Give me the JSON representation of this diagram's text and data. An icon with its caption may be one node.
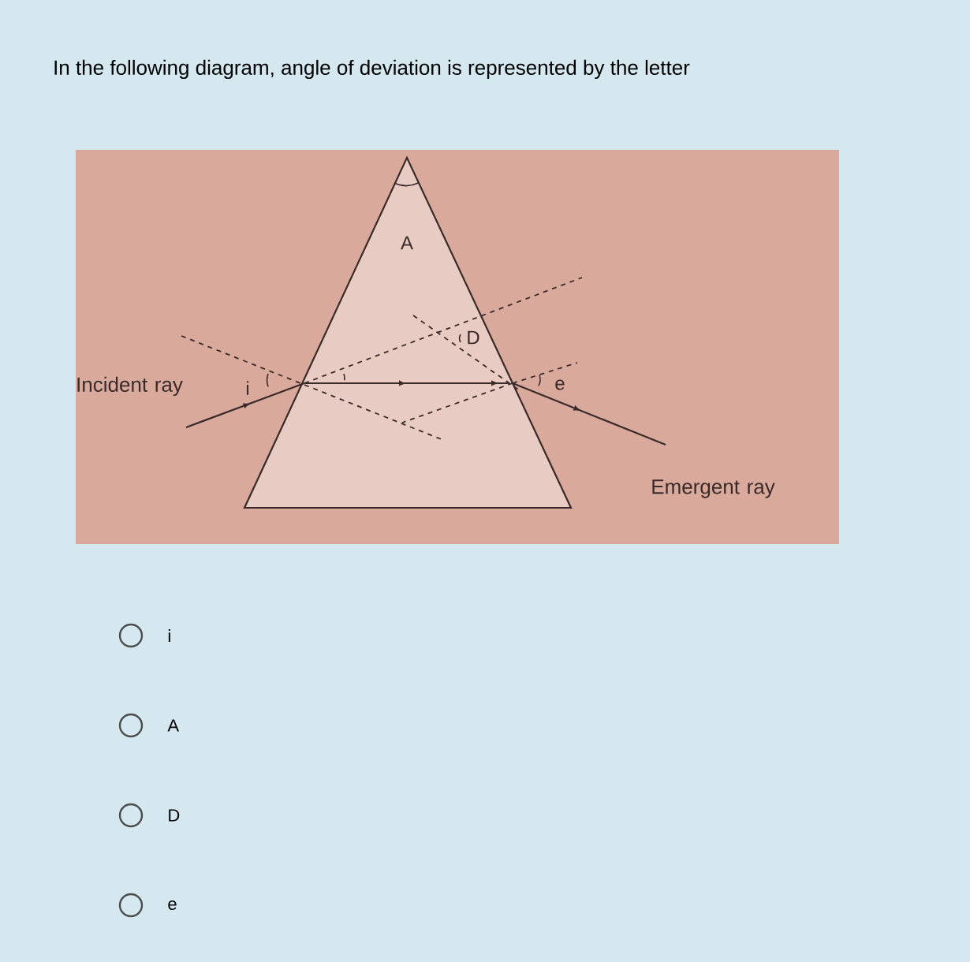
{
  "diagram": {
    "title": "In the following diagram, angle of deviation is represented by the letter",
    "labels": [
      "Incident ray",
      "Emergent ray",
      "A",
      "i",
      "D",
      "e",
      "i",
      "A",
      "D",
      "e"
    ]
  }
}
